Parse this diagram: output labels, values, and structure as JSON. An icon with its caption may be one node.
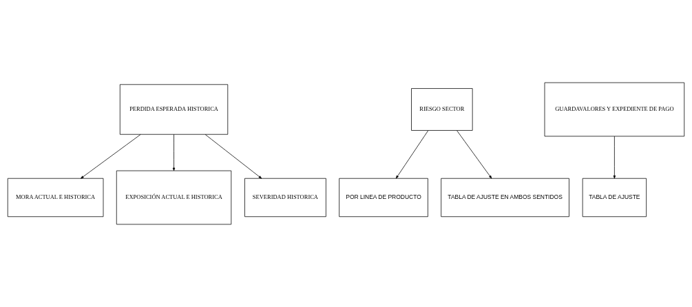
{
  "diagram": {
    "nodes": [
      {
        "text": [
          "PERDIDA ESPERADA HISTORICA"
        ]
      },
      {
        "text": [
          "MORA ACTUAL E HISTORICA"
        ]
      },
      {
        "text": [
          "EXPOSICIÓN ACTUAL E HISTORICA"
        ]
      },
      {
        "text": [
          "SEVERIDAD HISTORICA"
        ]
      },
      {
        "text": [
          "RIESGO SECTOR"
        ]
      },
      {
        "text": [
          "POR LINEA DE PRODUCTO"
        ]
      },
      {
        "text": [
          "TABLA DE AJUSTE EN AMBOS SENTIDOS"
        ]
      },
      {
        "text": [
          "GUARDAVALORES Y EXPEDIENTE DE PAGO"
        ]
      },
      {
        "text": [
          "TABLA DE AJUSTE"
        ]
      }
    ],
    "edges": [
      {
        "from": 0,
        "to": 1,
        "arrow": "to"
      },
      {
        "from": 0,
        "to": 2,
        "arrow": "to"
      },
      {
        "from": 0,
        "to": 3,
        "arrow": "to"
      },
      {
        "from": 4,
        "to": 5,
        "arrow": "to"
      },
      {
        "from": 4,
        "to": 6,
        "arrow": "to"
      },
      {
        "from": 7,
        "to": 8,
        "arrow": "to"
      }
    ]
  }
}
